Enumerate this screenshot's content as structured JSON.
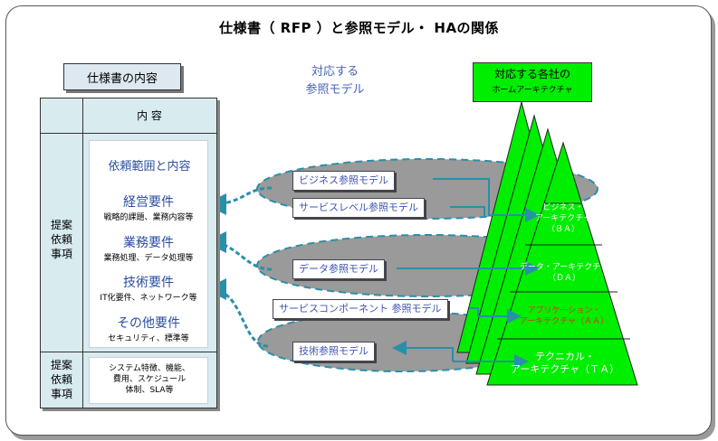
{
  "title": "仕様書（ RFP ）と参照モデル・ HAの関係",
  "spec_title": "仕様書の内容",
  "ref_header": [
    "対応する",
    "参照モデル"
  ],
  "arch_header": {
    "line1": "対応する各社の",
    "line2": "ホームアーキテクチャ"
  },
  "table": {
    "content_header": "内 容",
    "row1_label": [
      "提案",
      "依頼",
      "事項"
    ],
    "row2_label": [
      "提案",
      "依頼",
      "事項"
    ],
    "scope": "依頼範囲と内容",
    "requirements": [
      {
        "title": "経営要件",
        "sub": "戦略的課題、業務内容等"
      },
      {
        "title": "業務要件",
        "sub": "業務処理、データ処理等"
      },
      {
        "title": "技術要件",
        "sub": "IT化要件、ネットワーク等"
      },
      {
        "title": "その他要件",
        "sub": "セキュリティ、標準等"
      }
    ],
    "proposal_items": [
      "システム特徴、機能、",
      "費用、スケジュール",
      "体制、SLA等"
    ]
  },
  "reference_models": [
    "ビジネス参照モデル",
    "サービスレベル参照モデル",
    "データ参照モデル",
    "サービスコンポーネント 参照モデル",
    "技術参照モデル"
  ],
  "pyramid_layers": [
    {
      "line1": "ビジネス・",
      "line2": "アーキテクチャ",
      "line3": "（ＢＡ）"
    },
    {
      "line1": "データ・アーキテクチャ",
      "line2": "（ＤＡ）"
    },
    {
      "line1": "アプリケーション・",
      "line2": "アーキテクチャ（ＡＡ）"
    },
    {
      "line1": "テクニカル・",
      "line2": "アーキテクチャ（ＴＡ）"
    }
  ],
  "colors": {
    "green": "#00ee00",
    "ellipse": "#9a9a9a",
    "arrow": "#2a8fa8",
    "blue_text": "#4a63b8",
    "red_text": "#e83020"
  }
}
